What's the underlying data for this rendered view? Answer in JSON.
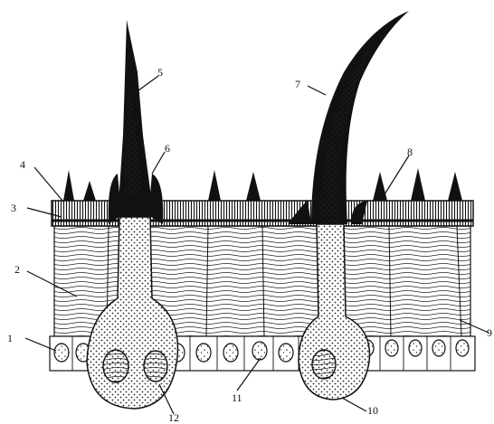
{
  "diagram": {
    "labels": [
      "1",
      "2",
      "3",
      "4",
      "5",
      "6",
      "7",
      "8",
      "9",
      "10",
      "11",
      "12"
    ]
  },
  "colors": {
    "ink": "#111111",
    "paper": "#ffffff",
    "cuticle": "#1a1a1a"
  }
}
